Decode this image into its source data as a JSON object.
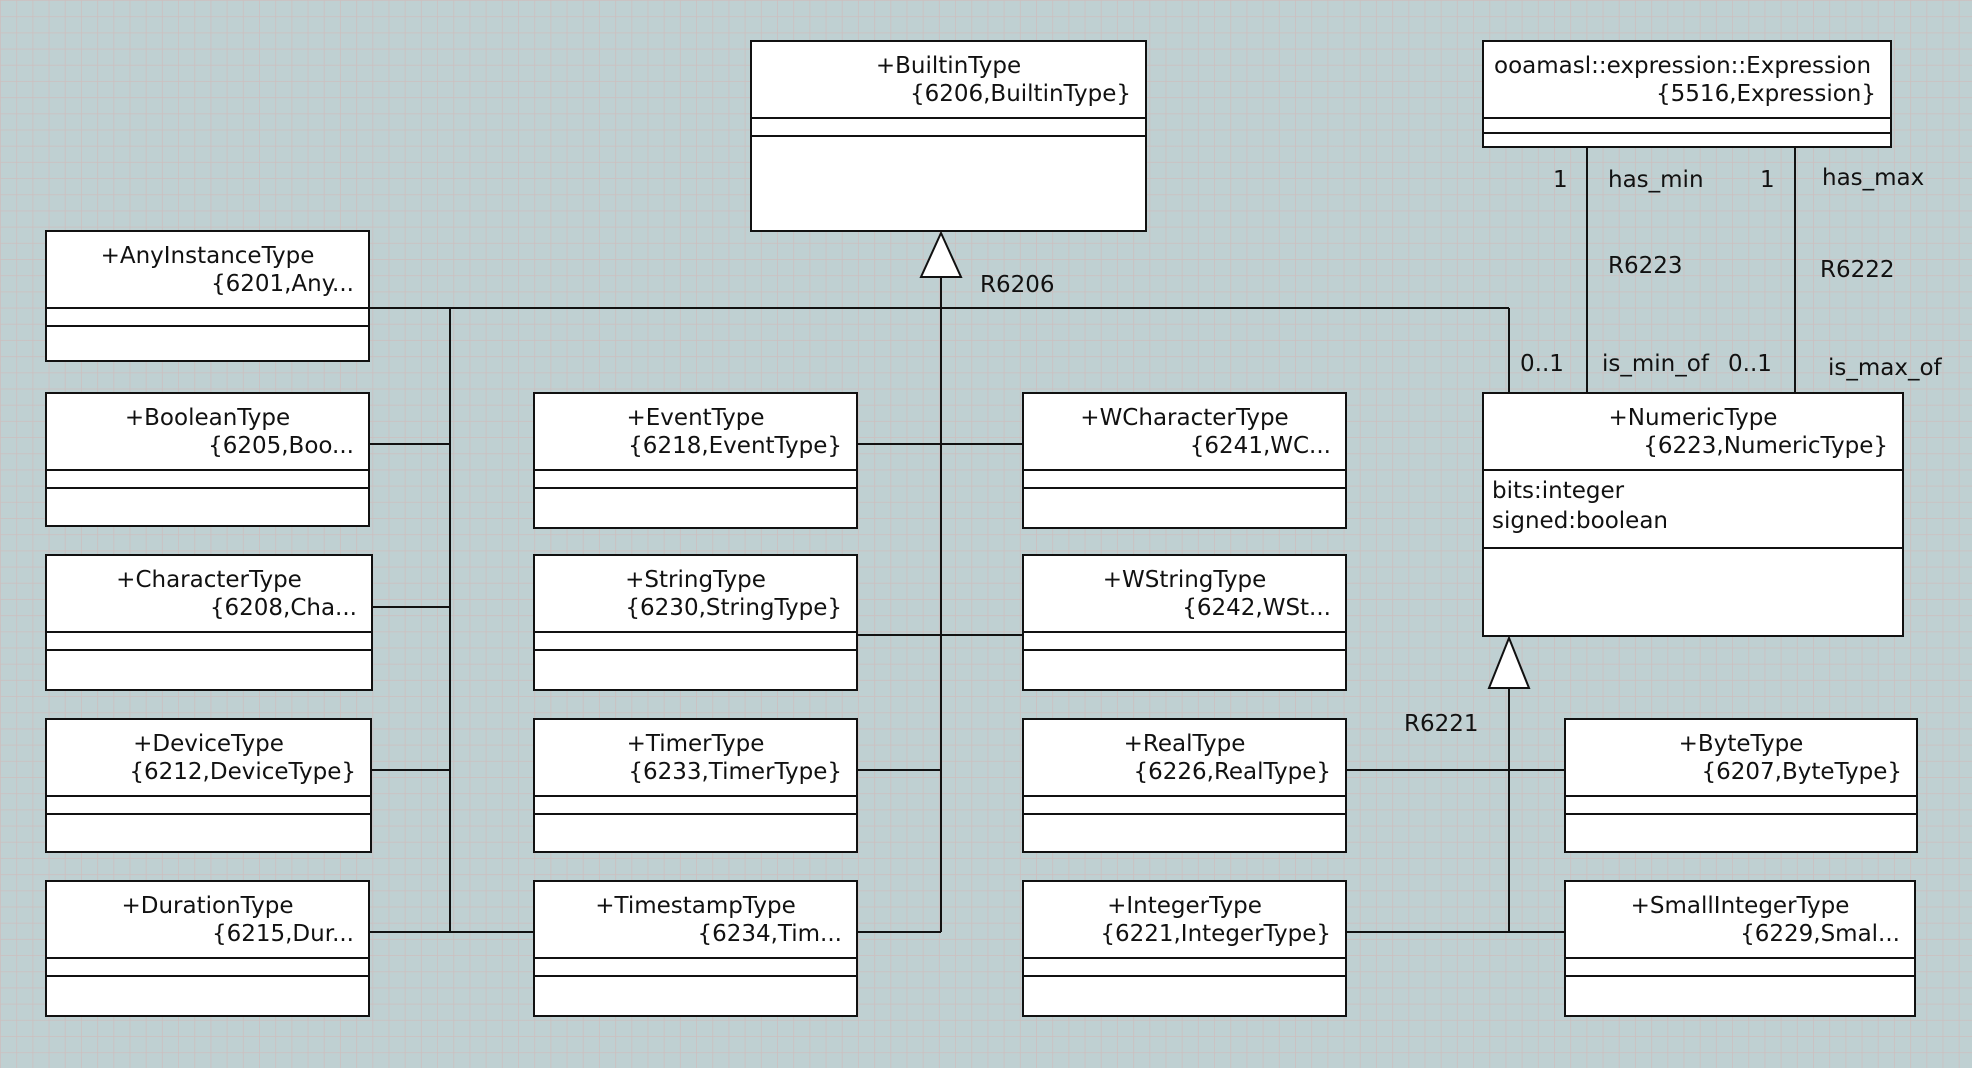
{
  "classes": {
    "builtin": {
      "name": "+BuiltinType",
      "id": "{6206,BuiltinType}"
    },
    "expr": {
      "name": "ooamasl::expression::Expression",
      "id": "{5516,Expression}"
    },
    "anyinst": {
      "name": "+AnyInstanceType",
      "id": "{6201,Any..."
    },
    "boolean": {
      "name": "+BooleanType",
      "id": "{6205,Boo..."
    },
    "character": {
      "name": "+CharacterType",
      "id": "{6208,Cha..."
    },
    "device": {
      "name": "+DeviceType",
      "id": "{6212,DeviceType}"
    },
    "duration": {
      "name": "+DurationType",
      "id": "{6215,Dur..."
    },
    "event": {
      "name": "+EventType",
      "id": "{6218,EventType}"
    },
    "string": {
      "name": "+StringType",
      "id": "{6230,StringType}"
    },
    "timer": {
      "name": "+TimerType",
      "id": "{6233,TimerType}"
    },
    "timestamp": {
      "name": "+TimestampType",
      "id": "{6234,Tim..."
    },
    "wchar": {
      "name": "+WCharacterType",
      "id": "{6241,WC..."
    },
    "wstring": {
      "name": "+WStringType",
      "id": "{6242,WSt..."
    },
    "real": {
      "name": "+RealType",
      "id": "{6226,RealType}"
    },
    "integer": {
      "name": "+IntegerType",
      "id": "{6221,IntegerType}"
    },
    "numeric": {
      "name": "+NumericType",
      "id": "{6223,NumericType}",
      "attributes": [
        "bits:integer",
        "signed:boolean"
      ]
    },
    "byte": {
      "name": "+ByteType",
      "id": "{6207,ByteType}"
    },
    "smallint": {
      "name": "+SmallIntegerType",
      "id": "{6229,Smal..."
    }
  },
  "labels": {
    "r6206": "R6206",
    "r6221": "R6221",
    "r6223": "R6223",
    "r6222": "R6222",
    "has_min": "has_min",
    "has_max": "has_max",
    "is_min_of": "is_min_of",
    "is_max_of": "is_max_of",
    "mult_min_one": "1",
    "mult_max_one": "1",
    "mult_min_zero_one": "0..1",
    "mult_max_zero_one": "0..1"
  },
  "colors": {
    "background": "#bfd0d2",
    "line": "#111111",
    "box": "#ffffff"
  }
}
